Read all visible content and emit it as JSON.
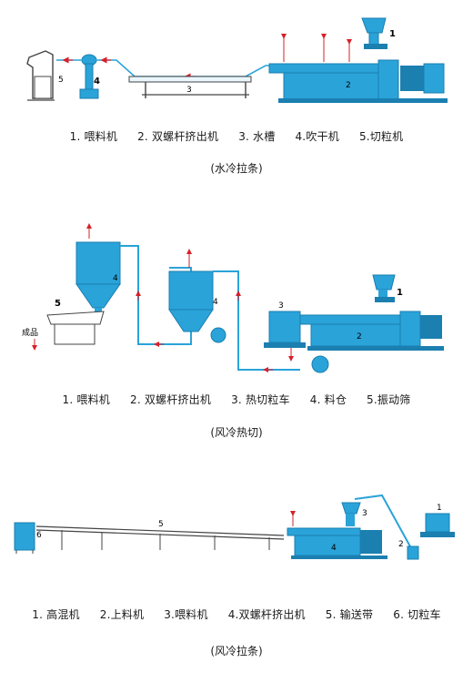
{
  "colors": {
    "machine": "#2aa3d9",
    "machine_dark": "#1b7fb0",
    "pipe": "#2aa3d9",
    "arrow": "#d6202a",
    "frame": "#444444"
  },
  "panel1": {
    "labels": [
      "1",
      "2",
      "3",
      "4",
      "5"
    ],
    "legend": [
      "1.  喂料机",
      "2.  双螺杆挤出机",
      "3.  水槽",
      "4.吹干机",
      "5.切粒机"
    ],
    "caption": "(水冷拉条)"
  },
  "panel2": {
    "labels": [
      "1",
      "2",
      "3",
      "4",
      "4",
      "5"
    ],
    "product_label": "成品",
    "legend": [
      "1.  喂料机",
      "2.  双螺杆挤出机",
      "3.  热切粒车",
      "4.  料仓",
      "5.振动筛"
    ],
    "caption": "(风冷热切)"
  },
  "panel3": {
    "labels": [
      "1",
      "2",
      "3",
      "4",
      "5",
      "6"
    ],
    "legend": [
      "1.  高混机",
      "2.上料机",
      "3.喂料机",
      "4.双螺杆挤出机",
      "5.  输送带",
      "6.  切粒车"
    ],
    "caption": "(风冷拉条)"
  }
}
